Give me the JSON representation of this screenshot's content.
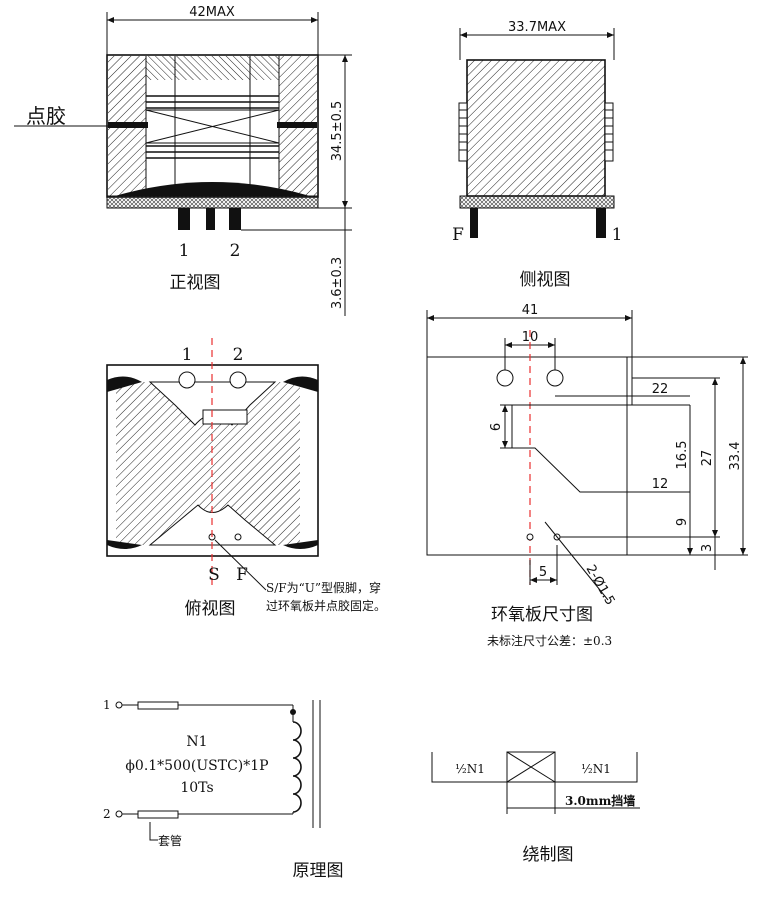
{
  "front_view": {
    "caption": "正视图",
    "width_dim": "42MAX",
    "height_dim": "34.5±0.5",
    "pin_dim": "3.6±0.3",
    "glue_label": "点胶",
    "pin1": "1",
    "pin2": "2"
  },
  "side_view": {
    "caption": "侧视图",
    "width_dim": "33.7MAX",
    "pin_f": "F",
    "pin_1": "1"
  },
  "top_view": {
    "caption": "俯视图",
    "pin1": "1",
    "pin2": "2",
    "pin_s": "S",
    "pin_f": "F",
    "note_line1": "S/F为“U”型假脚，穿",
    "note_line2": "过环氧板并点胶固定。"
  },
  "board_drawing": {
    "caption": "环氧板尺寸图",
    "tolerance_note": "未标注尺寸公差：±0.3",
    "dims": {
      "width": "41",
      "hole_spacing": "10",
      "d22": "22",
      "d6": "6",
      "d16_5": "16.5",
      "d27": "27",
      "height": "33.4",
      "d12": "12",
      "d9": "9",
      "d3": "3",
      "d5": "5",
      "holes": "2-Ø1.5"
    }
  },
  "schematic": {
    "caption": "原理图",
    "pin1": "1",
    "pin2": "2",
    "winding_name": "N1",
    "wire_spec": "ϕ0.1*500(USTC)*1P",
    "turns": "10Ts",
    "sleeve_label": "套管"
  },
  "winding_diagram": {
    "caption": "绕制图",
    "left_label": "½N1",
    "right_label": "½N1",
    "wall_label": "3.0mm挡墙"
  }
}
